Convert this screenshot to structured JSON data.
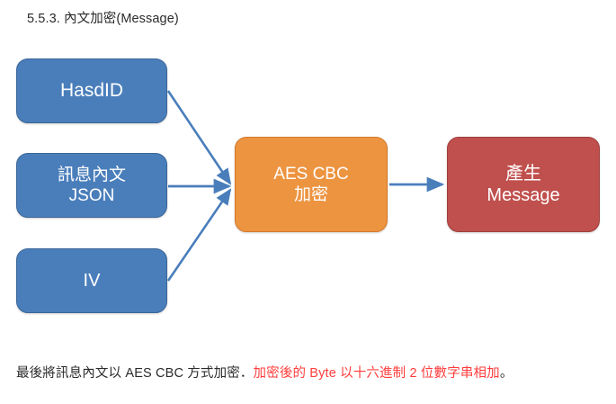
{
  "document": {
    "heading": "5.5.3.  內文加密(Message)"
  },
  "diagram": {
    "title": "AES CBC message encryption flow",
    "nodes": [
      {
        "id": "hashid",
        "label": "HasdID",
        "color": "#4a7ebb",
        "role": "input"
      },
      {
        "id": "json",
        "label": "訊息內文\nJSON",
        "color": "#4a7ebb",
        "role": "input"
      },
      {
        "id": "iv",
        "label": "IV",
        "color": "#4a7ebb",
        "role": "input"
      },
      {
        "id": "aes",
        "label": "AES CBC\n加密",
        "color": "#ed9440",
        "role": "process"
      },
      {
        "id": "message",
        "label": "產生\nMessage",
        "color": "#c0504d",
        "role": "output"
      }
    ],
    "edges": [
      {
        "from": "hashid",
        "to": "aes",
        "color": "#4a7ebb"
      },
      {
        "from": "json",
        "to": "aes",
        "color": "#4a7ebb"
      },
      {
        "from": "iv",
        "to": "aes",
        "color": "#4a7ebb"
      },
      {
        "from": "aes",
        "to": "message",
        "color": "#4a7ebb"
      }
    ],
    "connector_color": "#4a7ebb"
  },
  "caption": {
    "part1": "最後將訊息內文以 AES CBC 方式加密．",
    "part2_red": "加密後的 Byte 以十六進制 2 位數字串相加",
    "part3": "。",
    "red_color": "#ff3d3d"
  }
}
